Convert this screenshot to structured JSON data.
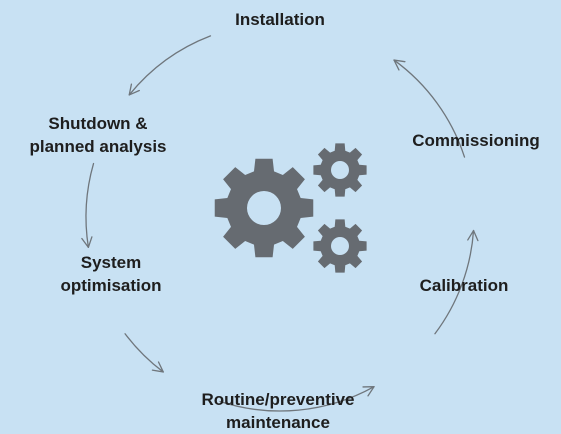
{
  "stages": [
    {
      "id": "installation",
      "lines": [
        "Installation"
      ]
    },
    {
      "id": "commissioning",
      "lines": [
        "Commissioning"
      ]
    },
    {
      "id": "calibration",
      "lines": [
        "Calibration"
      ]
    },
    {
      "id": "routine-preventive-maintenance",
      "lines": [
        "Routine/preventive",
        "maintenance"
      ]
    },
    {
      "id": "system-optimisation",
      "lines": [
        "System",
        "optimisation"
      ]
    },
    {
      "id": "shutdown-planned-analysis",
      "lines": [
        "Shutdown &",
        "planned analysis"
      ]
    }
  ],
  "icons": {
    "center": "gears-icon"
  },
  "colors": {
    "background": "#c8e1f3",
    "gear": "#666b71",
    "arc": "#6f767c",
    "text": "#1e1e1e"
  }
}
